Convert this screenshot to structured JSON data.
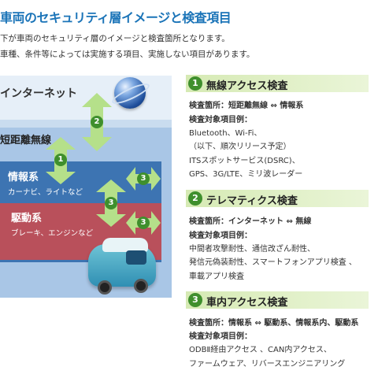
{
  "title": "車両のセキュリティ層イメージと検査項目",
  "intro": [
    "下が車両のセキュリティ層のイメージと検査箇所となります。",
    "車種、条件等によっては実施する項目、実施しない項目があります。"
  ],
  "diagram": {
    "internet": "インターネット",
    "short_range": "短距離無線",
    "info_title": "情報系",
    "info_sub": "カーナビ、ライトなど",
    "drive_title": "駆動系",
    "drive_sub": "ブレーキ、エンジンなど",
    "badges": [
      "1",
      "2",
      "3",
      "3",
      "3"
    ],
    "colors": {
      "arrow": "#b5e08a",
      "badge": "#3f8f2d",
      "info": "#3d74b2",
      "drive": "#b9505b"
    }
  },
  "sections": [
    {
      "num": "1",
      "title": "無線アクセス検査",
      "loc": "検査箇所：短距離無線 ⇔ 情報系",
      "items_label": "検査対象項目例：",
      "items": [
        "Bluetooth、Wi-Fi、",
        "（以下、順次リリース予定）",
        "ITSスポットサービス(DSRC)、",
        "GPS、3G/LTE、ミリ波レーダー"
      ]
    },
    {
      "num": "2",
      "title": "テレマティクス検査",
      "loc": "検査箇所：インターネット ⇔ 無線",
      "items_label": "検査対象項目例：",
      "items": [
        "中間者攻撃耐性、通信改ざん耐性、",
        "発信元偽装耐性、スマートフォンアプリ検査 、",
        "車載アプリ検査"
      ]
    },
    {
      "num": "3",
      "title": "車内アクセス検査",
      "loc": "検査箇所：情報系 ⇔ 駆動系、情報系内、駆動系",
      "items_label": "検査対象項目例：",
      "items": [
        "ODBⅡ経由アクセス 、CAN内アクセス、",
        "ファームウェア、リバースエンジニアリング"
      ]
    }
  ]
}
